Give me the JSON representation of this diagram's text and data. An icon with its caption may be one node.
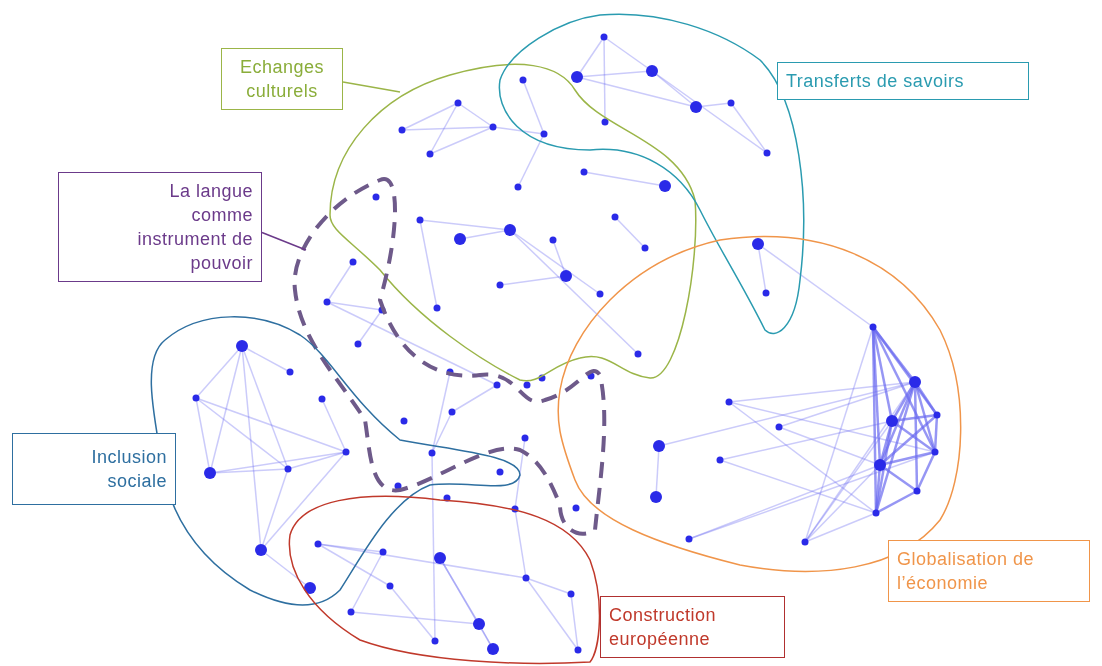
{
  "diagram": {
    "nodes": [
      {
        "text": [
          "Echanges culturels"
        ]
      },
      {
        "text": [
          "Transferts de savoirs"
        ]
      },
      {
        "text": [
          "La langue comme instrument de pouvoir"
        ]
      },
      {
        "text": [
          "Inclusion sociale"
        ]
      },
      {
        "text": [
          "Globalisation de l’économie"
        ]
      },
      {
        "text": [
          "Construction européenne"
        ]
      },
      {
        "text": [],
        "shape": "outline"
      },
      {
        "text": [],
        "shape": "outline"
      },
      {
        "text": [],
        "shape": "outline"
      },
      {
        "text": [],
        "shape": "outline"
      },
      {
        "text": [],
        "shape": "outline"
      },
      {
        "text": [],
        "shape": "outline"
      }
    ],
    "edges": [
      {
        "from": 0,
        "to": 6,
        "arrow": "none",
        "color": "#9bb548"
      },
      {
        "from": 2,
        "to": 8,
        "arrow": "none",
        "color": "#6b3a8a"
      }
    ]
  }
}
